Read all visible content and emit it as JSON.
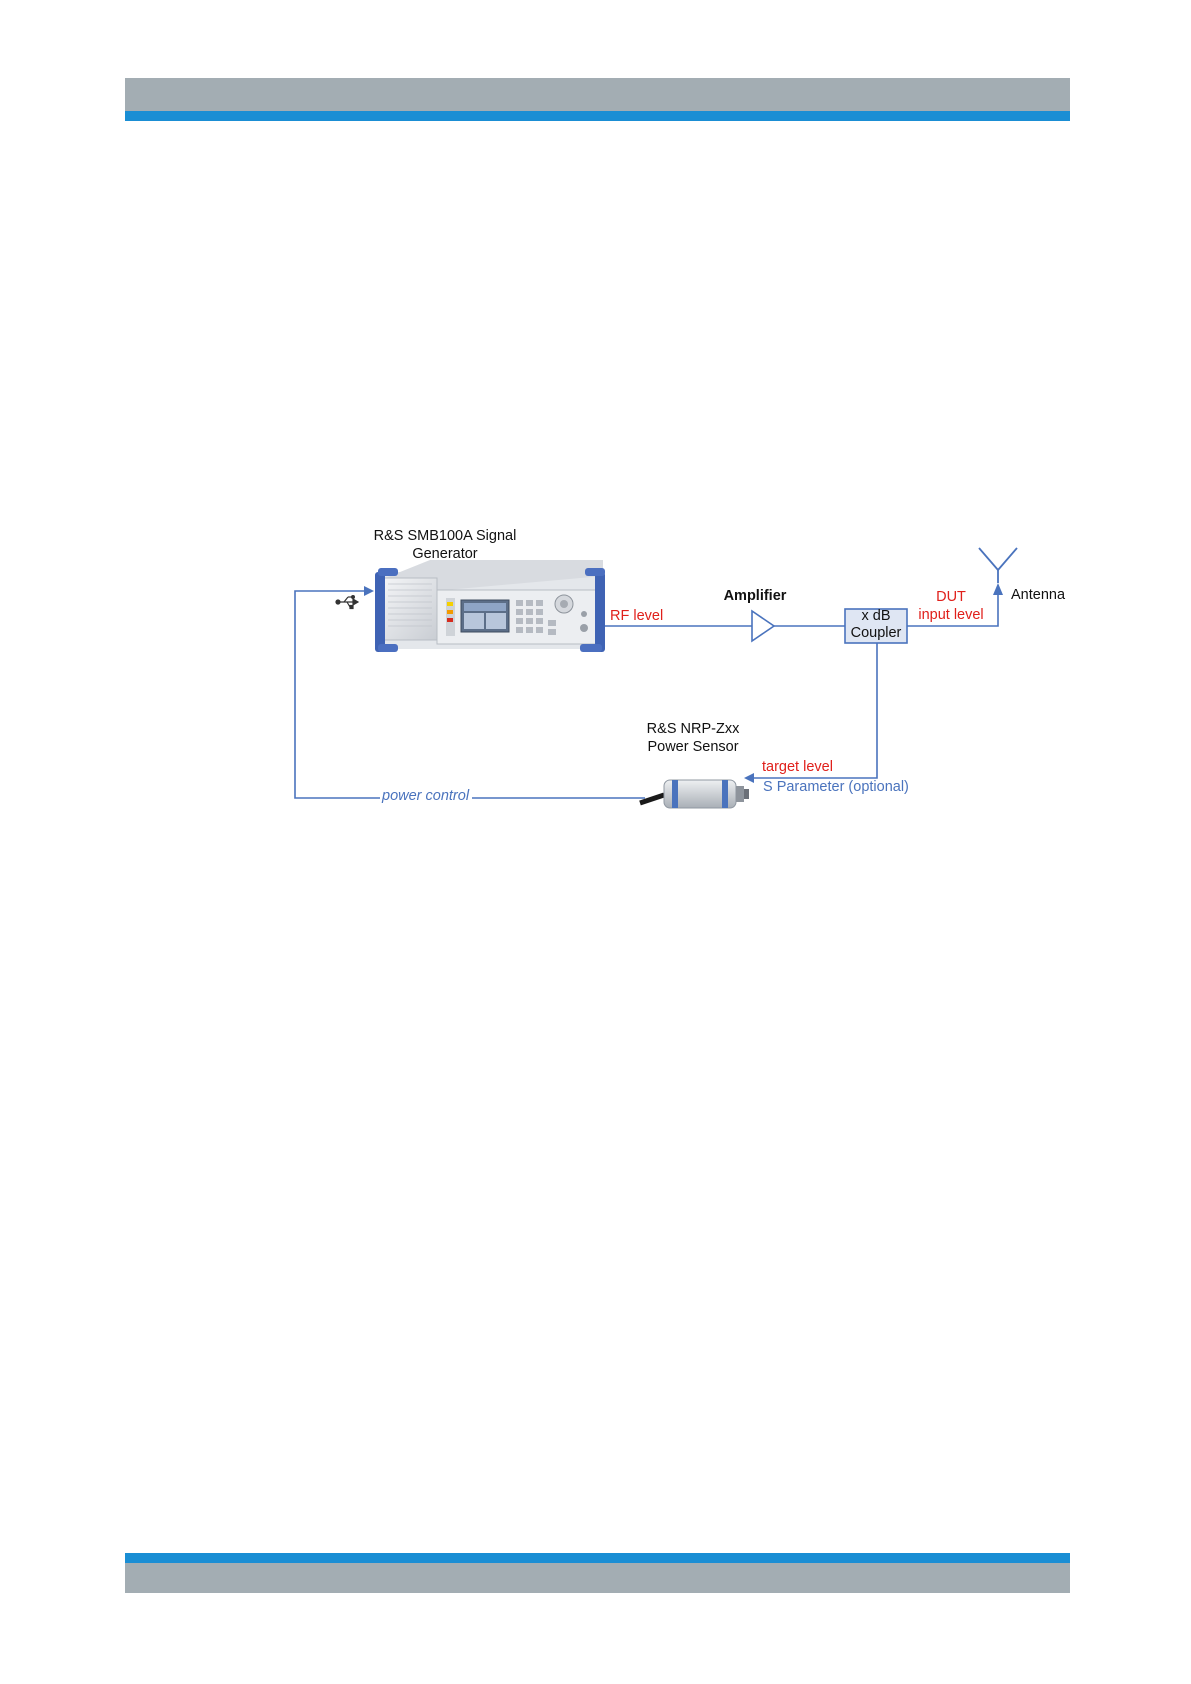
{
  "colors": {
    "header_gray": "#a3adb3",
    "accent_blue": "#1a8ed4",
    "line_blue": "#4a73bd",
    "label_red": "#e0201b",
    "text_black": "#111111"
  },
  "diagram": {
    "generator": {
      "label_line1": "R&S SMB100A Signal",
      "label_line2": "Generator"
    },
    "usb_icon": "usb-icon",
    "rf_level": "RF level",
    "amplifier": "Amplifier",
    "coupler": {
      "line1": "x dB",
      "line2": "Coupler"
    },
    "dut": {
      "line1": "DUT",
      "line2": "input level"
    },
    "antenna": "Antenna",
    "sensor": {
      "label_line1": "R&S NRP-Zxx",
      "label_line2": "Power Sensor"
    },
    "target_level": "target level",
    "s_parameter": "S Parameter (optional)",
    "power_control": "power control"
  }
}
